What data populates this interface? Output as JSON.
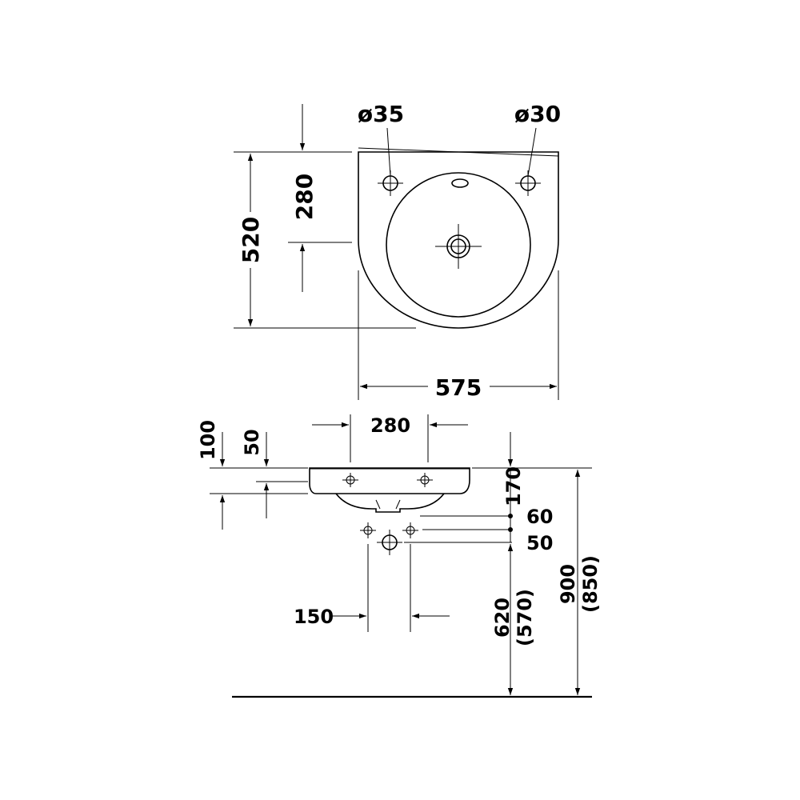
{
  "plan_view": {
    "hole_left_label": "ø35",
    "hole_right_label": "ø30",
    "depth_label": "520",
    "drain_offset_label": "280",
    "width_label": "575"
  },
  "side_view": {
    "tap_spacing_label": "280",
    "rim_label_100": "100",
    "rim_label_50": "50",
    "label_170": "170",
    "label_60": "60",
    "label_50": "50",
    "supply_spacing_label": "150",
    "supply_height_label": "620",
    "supply_height_alt_label": "(570)",
    "rim_height_label": "900",
    "rim_height_alt_label": "(850)"
  }
}
